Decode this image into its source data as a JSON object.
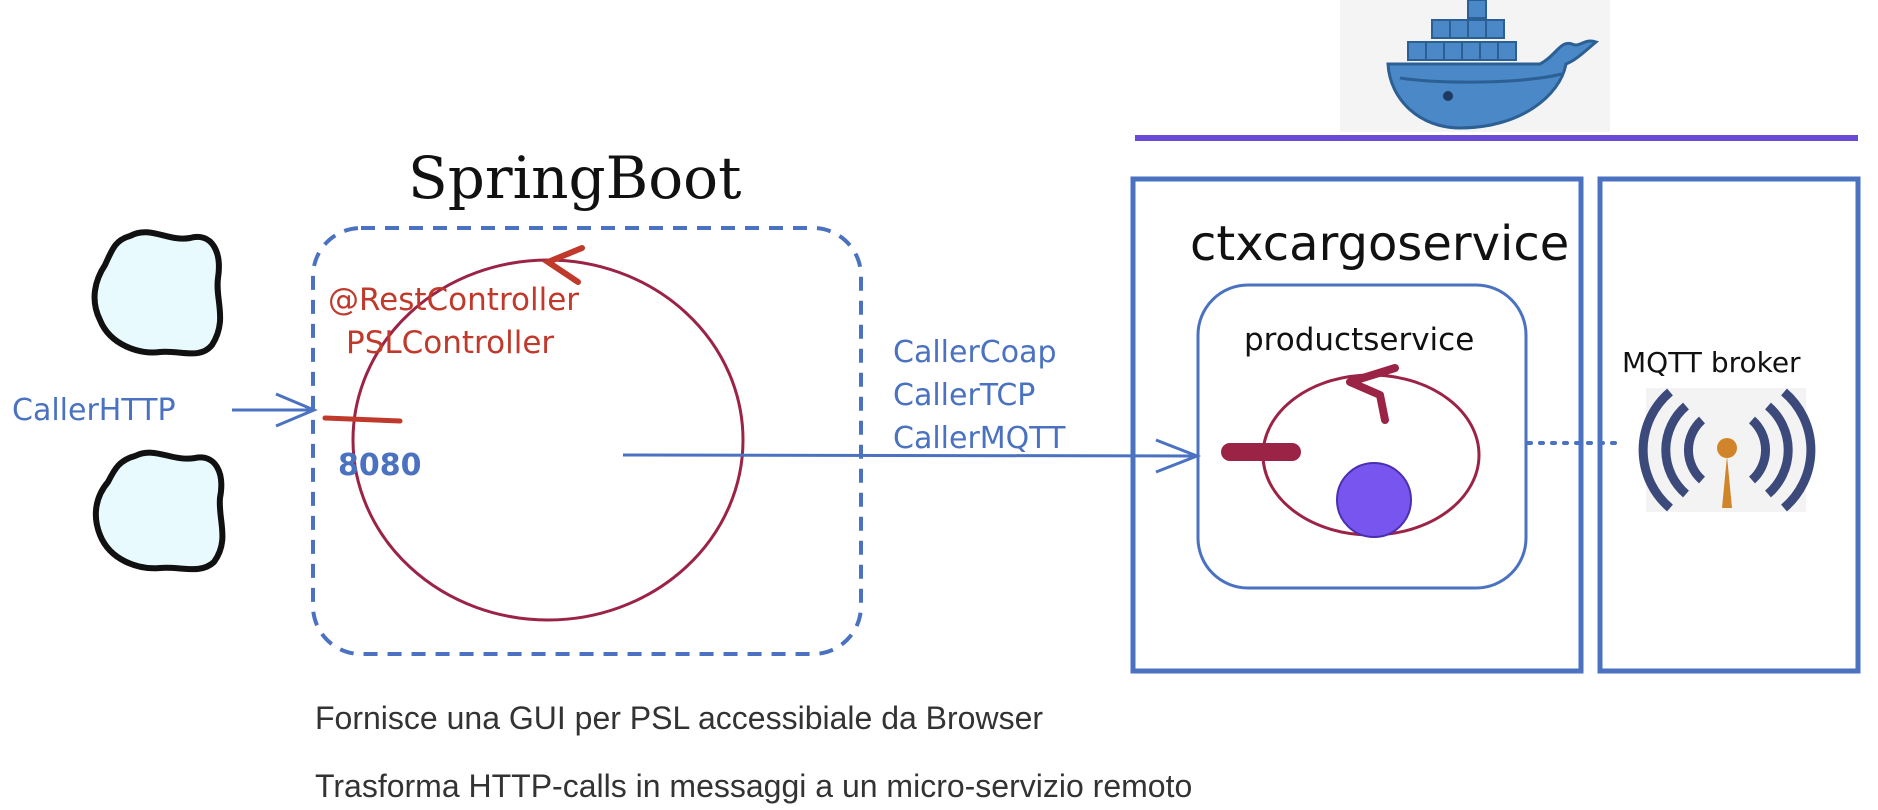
{
  "labels": {
    "springboot": "SpringBoot",
    "rest_annotation": "@RestController",
    "controller_name": "PSLController",
    "caller_http": "CallerHTTP",
    "port": "8080",
    "caller_coap": "CallerCoap",
    "caller_tcp": "CallerTCP",
    "caller_mqtt": "CallerMQTT",
    "context": "ctxcargoservice",
    "actor": "productservice",
    "broker": "MQTT broker"
  },
  "captions": [
    "Fornisce una GUI per PSL accessibiale da Browser",
    "Trasforma HTTP-calls in messaggi a un micro-servizio remoto"
  ],
  "colors": {
    "blue": "#4a72c0",
    "red": "#c0392b",
    "maroon": "#9b2346",
    "purple_line": "#6a4bd6",
    "purple_dot": "#7755ee",
    "docker_blue": "#4a88c8",
    "mqtt_navy": "#3b4a7a",
    "mqtt_orange": "#d1852a",
    "cloud_fill": "#e8fafd"
  },
  "icons": [
    "cloud-icon",
    "docker-whale-icon",
    "mqtt-antenna-icon"
  ]
}
